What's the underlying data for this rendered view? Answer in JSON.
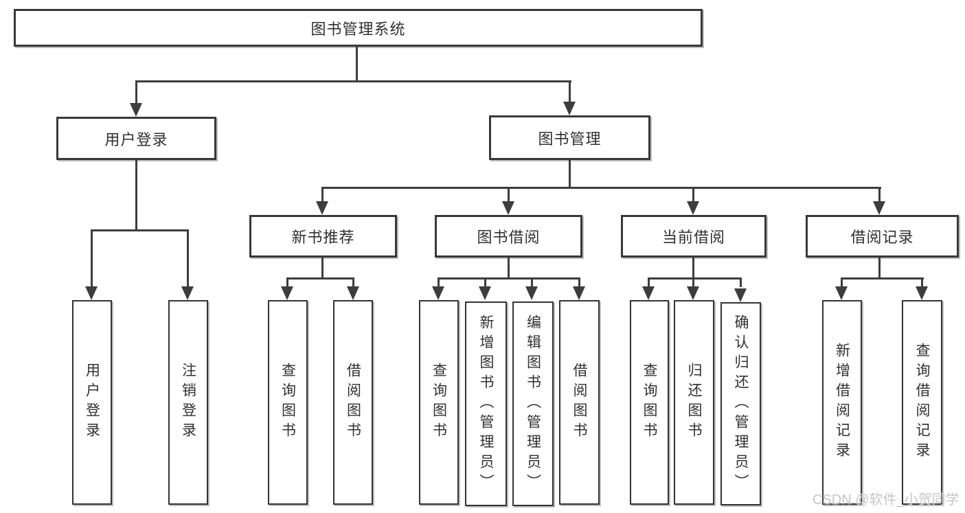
{
  "diagram_title": "图书管理系统",
  "nodes": {
    "root": {
      "label": "图书管理系统"
    },
    "user_login": {
      "label": "用户登录"
    },
    "book_mgmt": {
      "label": "图书管理"
    },
    "new_book_rec": {
      "label": "新书推荐"
    },
    "book_borrow": {
      "label": "图书借阅"
    },
    "current_borrow": {
      "label": "当前借阅"
    },
    "borrow_record": {
      "label": "借阅记录"
    },
    "ul_login": {
      "label": "用户登录"
    },
    "ul_logout": {
      "label": "注销登录"
    },
    "nbr_query": {
      "label": "查询图书"
    },
    "nbr_borrow": {
      "label": "借阅图书"
    },
    "bb_query": {
      "label": "查询图书"
    },
    "bb_add": {
      "label": "新增图书（管理员）"
    },
    "bb_edit": {
      "label": "编辑图书（管理员）"
    },
    "bb_borrow": {
      "label": "借阅图书"
    },
    "cb_query": {
      "label": "查询图书"
    },
    "cb_return": {
      "label": "归还图书"
    },
    "cb_confirm": {
      "label": "确认归还（管理员）"
    },
    "br_add": {
      "label": "新增借阅记录"
    },
    "br_query": {
      "label": "查询借阅记录"
    }
  },
  "colors": {
    "line": "#3d3d3d",
    "box_border": "#383838",
    "text": "#303030",
    "background": "#ffffff",
    "watermark": "#c6c6c6"
  },
  "watermark": {
    "text": "CSDN @软件_小贺同学"
  }
}
